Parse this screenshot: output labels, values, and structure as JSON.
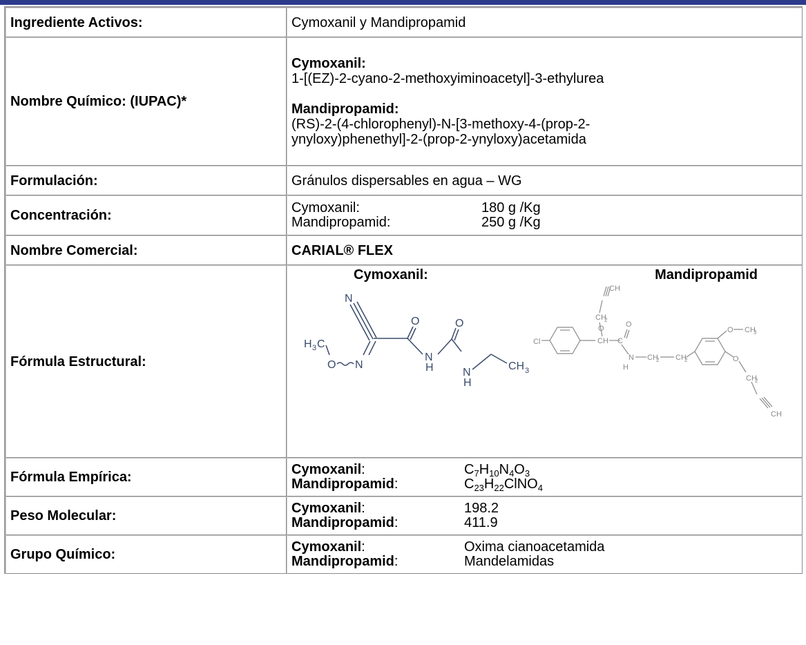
{
  "rows": {
    "ingrediente": {
      "label": "Ingrediente Activos:",
      "value": "Cymoxanil y Mandipropamid"
    },
    "nombre": {
      "label": "Nombre Químico: (IUPAC)*",
      "cymoxanil_title": "Cymoxanil:",
      "cymoxanil_iupac": "1-[(EZ)-2-cyano-2-methoxyiminoacetyl]-3-ethylurea",
      "mandipropamid_title": "Mandipropamid:",
      "mandipropamid_iupac_1": "(RS)-2-(4-chlorophenyl)-N-[3-methoxy-4-(prop-2-",
      "mandipropamid_iupac_2": "ynyloxy)phenethyl]-2-(prop-2-ynyloxy)acetamida"
    },
    "formulacion": {
      "label": "Formulación:",
      "value": "Gránulos dispersables en agua – WG"
    },
    "concentracion": {
      "label": "Concentración:",
      "items": [
        {
          "name": "Cymoxanil:",
          "value": "180 g /Kg"
        },
        {
          "name": "Mandipropamid:",
          "value": "250 g /Kg"
        }
      ]
    },
    "comercial": {
      "label": "Nombre Comercial:",
      "value": "CARIAL® FLEX"
    },
    "estructural": {
      "label": "Fórmula Estructural:",
      "cymoxanil_title": "Cymoxanil:",
      "mandipropamid_title": "Mandipropamid",
      "cymoxanil_atoms": {
        "n_nitrile": "N",
        "h3c": "H",
        "h3c_sub": "3",
        "h3c_c": "C",
        "o_methoxy": "O",
        "n_oxime": "N",
        "o_carbonyl1": "O",
        "o_carbonyl2": "O",
        "nh1_n": "N",
        "nh1_h": "H",
        "nh2_n": "N",
        "nh2_h": "H",
        "ch3_c": "CH",
        "ch3_sub": "3"
      },
      "mandipropamid_atoms": {
        "cl": "Cl",
        "ch_alkyne_top": "CH",
        "ch2_top": "CH",
        "ch2_top_sub": "2",
        "o_top": "O",
        "ch_center": "CH",
        "c_center": "C",
        "o_carbonyl": "O",
        "n": "N",
        "h": "H",
        "ch2_a": "CH",
        "ch2_a_sub": "2",
        "ch2_b": "CH",
        "ch2_b_sub": "2",
        "o_methoxy": "O",
        "ch3": "CH",
        "ch3_sub": "3",
        "o_ring": "O",
        "ch2_bottom": "CH",
        "ch2_bottom_sub": "2",
        "ch_alkyne_bottom": "CH"
      }
    },
    "empirica": {
      "label": "Fórmula Empírica:",
      "cymoxanil_name": "Cymoxanil",
      "mandipropamid_name": "Mandipropamid",
      "colon": ":",
      "cymoxanil_formula": [
        {
          "t": "C"
        },
        {
          "s": "7"
        },
        {
          "t": "H"
        },
        {
          "s": "10"
        },
        {
          "t": "N"
        },
        {
          "s": "4"
        },
        {
          "t": "O"
        },
        {
          "s": "3"
        }
      ],
      "mandipropamid_formula": [
        {
          "t": "C"
        },
        {
          "s": "23"
        },
        {
          "t": "H"
        },
        {
          "s": "22"
        },
        {
          "t": "ClNO"
        },
        {
          "s": "4"
        }
      ]
    },
    "peso": {
      "label": "Peso Molecular:",
      "cymoxanil_name": "Cymoxanil",
      "mandipropamid_name": "Mandipropamid",
      "colon": ":",
      "cymoxanil_value": "198.2",
      "mandipropamid_value": "411.9"
    },
    "grupo": {
      "label": "Grupo Químico:",
      "cymoxanil_name": "Cymoxanil",
      "mandipropamid_name": "Mandipropamid",
      "colon": ":",
      "cymoxanil_value": "Oxima cianoacetamida",
      "mandipropamid_value": "Mandelamidas"
    }
  }
}
